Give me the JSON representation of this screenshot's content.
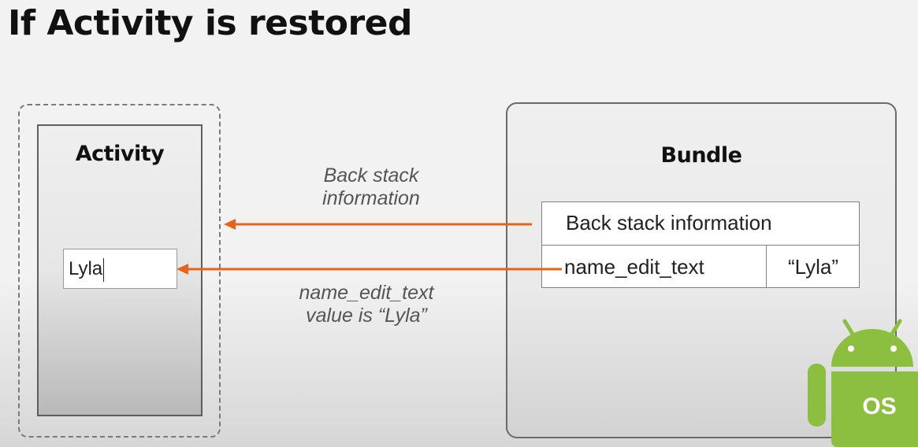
{
  "title": "If Activity is restored",
  "activity": {
    "title": "Activity",
    "edit_text_value": "Lyla"
  },
  "bundle": {
    "title": "Bundle",
    "back_stack_label": "Back stack information",
    "entry_key": "name_edit_text",
    "entry_value": "“Lyla”"
  },
  "arrows": {
    "back_stack_label_line1": "Back stack",
    "back_stack_label_line2": "information",
    "name_label_line1": "name_edit_text",
    "name_label_line2": "value is “Lyla”",
    "color": "#e8631a"
  },
  "logo": {
    "text": "OS",
    "icon": "android-icon",
    "color": "#8cbf3f"
  }
}
